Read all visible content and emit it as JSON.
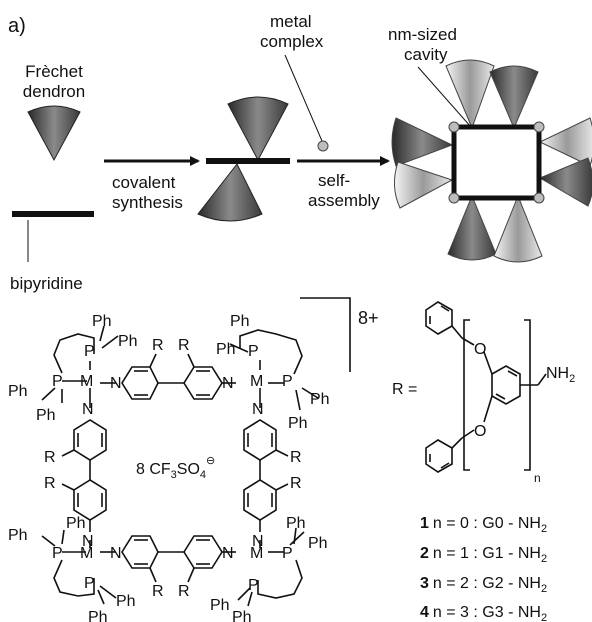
{
  "panel_label": "a)",
  "top": {
    "frechet_label_1": "Frèchet",
    "frechet_label_2": "dendron",
    "bipyridine_label": "bipyridine",
    "covalent_1": "covalent",
    "covalent_2": "synthesis",
    "metal_1": "metal",
    "metal_2": "complex",
    "self_1": "self-",
    "self_2": "assembly",
    "cavity_1": "nm-sized",
    "cavity_2": "cavity"
  },
  "structure": {
    "charge": "8+",
    "counterion": "8 CF",
    "counterion_sub1": "3",
    "counterion_mid": "SO",
    "counterion_sub2": "4",
    "counterion_sup": "⊖",
    "ph": "Ph",
    "p": "P",
    "m": "M",
    "n": "N",
    "r": "R"
  },
  "dendron": {
    "r_eq": "R =",
    "o": "O",
    "nh2": "NH",
    "nh2_sub": "2",
    "n_sub": "n"
  },
  "legend": [
    {
      "num": "1",
      "text": "n = 0 : G0 - NH",
      "sub": "2"
    },
    {
      "num": "2",
      "text": "n = 1 : G1 - NH",
      "sub": "2"
    },
    {
      "num": "3",
      "text": "n = 2 : G2 - NH",
      "sub": "2"
    },
    {
      "num": "4",
      "text": "n = 3 : G3 - NH",
      "sub": "2"
    }
  ]
}
